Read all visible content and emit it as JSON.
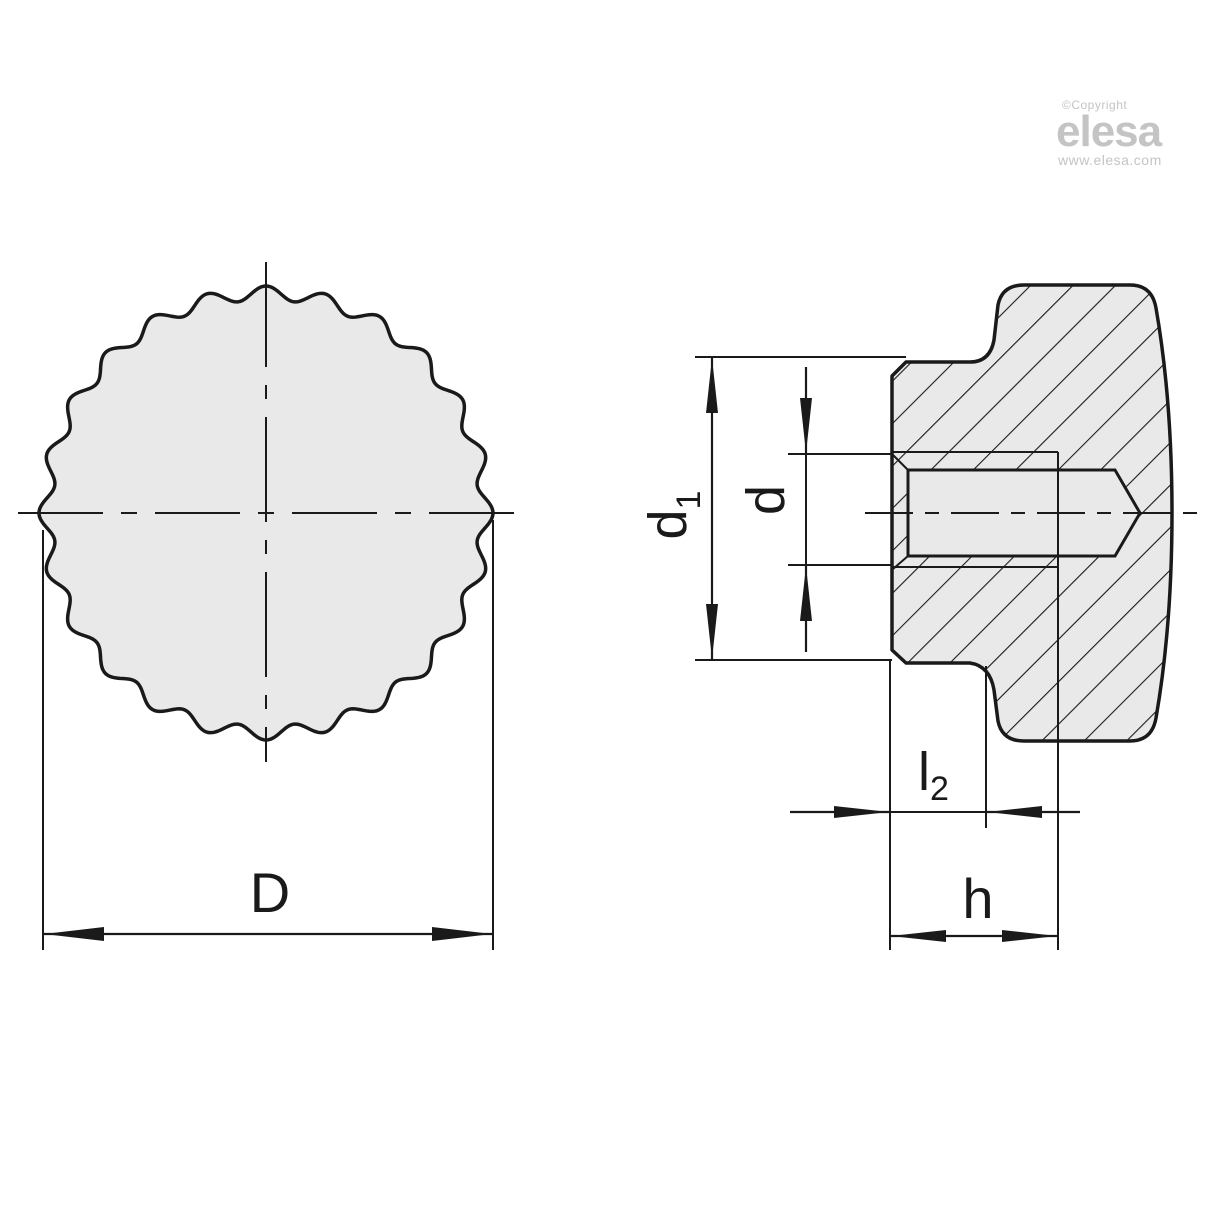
{
  "logo": {
    "copyright": "©Copyright",
    "brand": "elesa",
    "url": "www.elesa.com",
    "color": "#c4c4c4"
  },
  "views": {
    "front": {
      "name": "front-view",
      "scallops": 24
    },
    "section": {
      "name": "cross-section-view",
      "hatch": "diagonal-45"
    }
  },
  "dimensions": {
    "D": "D",
    "d1_main": "d",
    "d1_sub": "1",
    "d": "d",
    "l2_main": "l",
    "l2_sub": "2",
    "h": "h"
  },
  "colors": {
    "line": "#1a1a1a",
    "fill": "#e9e9e9",
    "background": "#ffffff"
  }
}
